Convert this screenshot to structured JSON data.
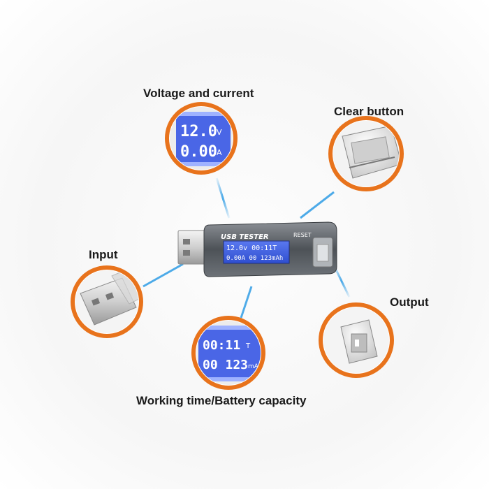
{
  "labels": {
    "voltage_current": "Voltage and current",
    "clear_button": "Clear button",
    "input": "Input",
    "output": "Output",
    "working_time": "Working time/Battery capacity"
  },
  "device": {
    "brand": "USB TESTER",
    "reset": "RESET",
    "display_row1": "12.0v  00:11T",
    "display_row2": "0.00A 00 123mAh"
  },
  "callout_voltage": {
    "line1": "12.0",
    "unit1": "V",
    "line2": "0.00",
    "unit2": "A"
  },
  "callout_time": {
    "line1": "00:11",
    "unit1": "T",
    "line2": "00 123",
    "unit2": "mAh"
  },
  "colors": {
    "accent_ring": "#e8731c",
    "connector_line": "#4aa9e8",
    "lcd": "#3f5fe0"
  }
}
